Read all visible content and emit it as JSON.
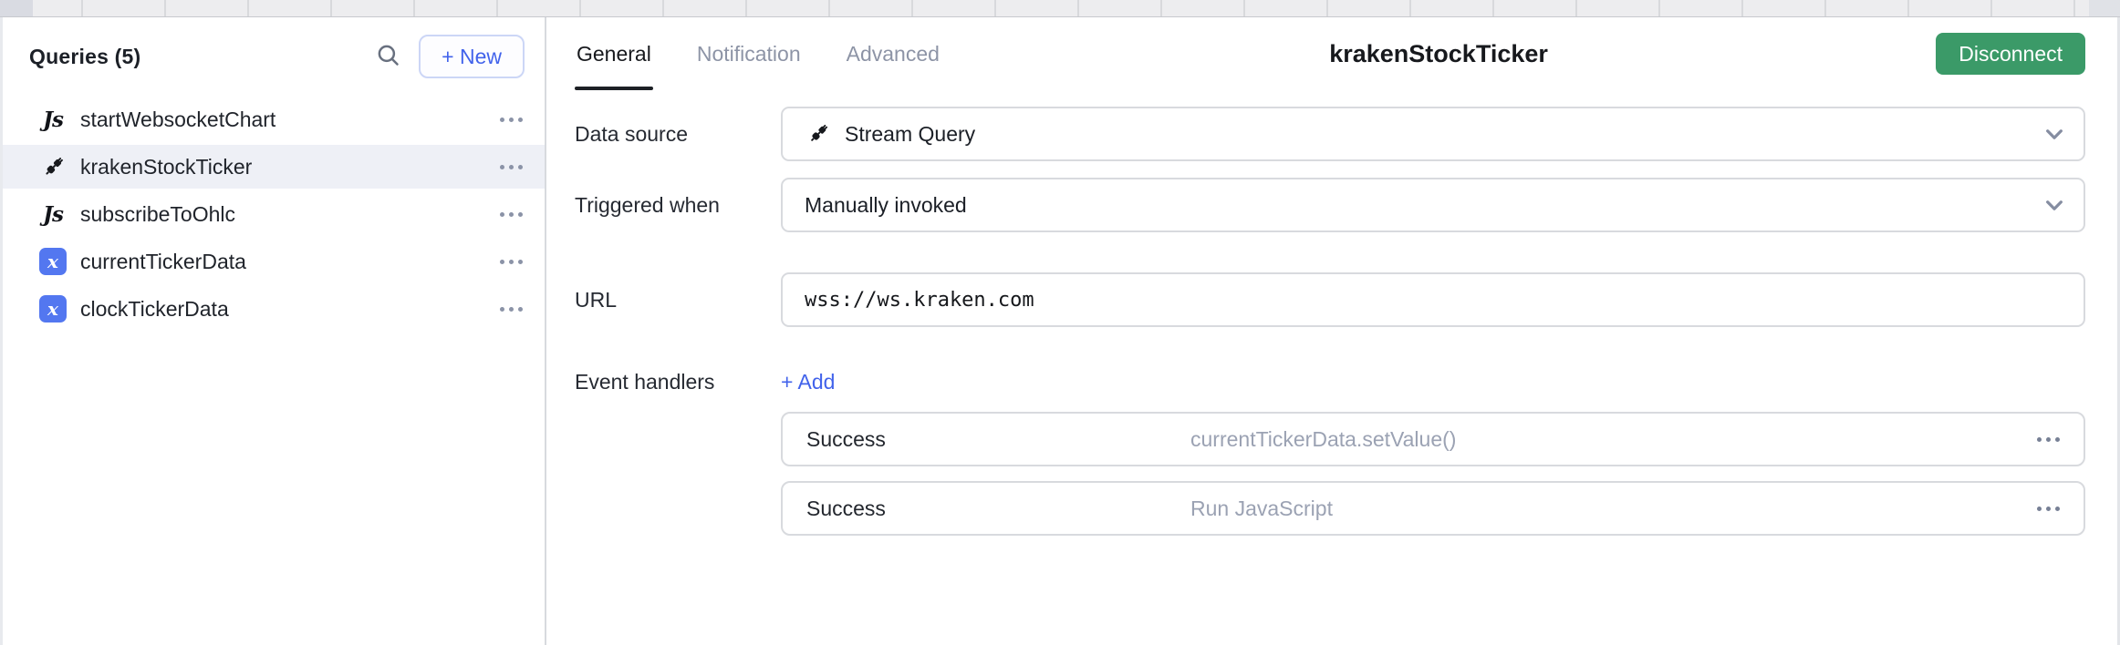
{
  "sidebar": {
    "title": "Queries (5)",
    "new_button_label": "+ New",
    "items": [
      {
        "name": "startWebsocketChart",
        "type": "js",
        "icon_glyph": "Js"
      },
      {
        "name": "krakenStockTicker",
        "type": "stream",
        "selected": true
      },
      {
        "name": "subscribeToOhlc",
        "type": "js",
        "icon_glyph": "Js"
      },
      {
        "name": "currentTickerData",
        "type": "state",
        "icon_glyph": "x"
      },
      {
        "name": "clockTickerData",
        "type": "state",
        "icon_glyph": "x"
      }
    ]
  },
  "header": {
    "tabs": [
      {
        "label": "General",
        "active": true
      },
      {
        "label": "Notification",
        "active": false
      },
      {
        "label": "Advanced",
        "active": false
      }
    ],
    "title": "krakenStockTicker",
    "disconnect_label": "Disconnect"
  },
  "form": {
    "data_source": {
      "label": "Data source",
      "value": "Stream Query"
    },
    "triggered_when": {
      "label": "Triggered when",
      "value": "Manually invoked"
    },
    "url": {
      "label": "URL",
      "value": "wss://ws.kraken.com"
    },
    "event_handlers": {
      "label": "Event handlers",
      "add_label": "+ Add",
      "handlers": [
        {
          "event": "Success",
          "action": "currentTickerData.setValue()"
        },
        {
          "event": "Success",
          "action": "Run JavaScript"
        }
      ]
    }
  },
  "icons": {
    "search": "magnifying-glass",
    "stream": "plug",
    "js": "Js monogram",
    "state": "blue x badge",
    "more": "ellipsis",
    "chevron": "chevron-down"
  },
  "colors": {
    "accent_blue": "#4263eb",
    "state_icon_blue": "#5377f0",
    "disconnect_green": "#3b9a68",
    "selected_row": "#eef0f6",
    "muted_text": "#9ba2b3"
  }
}
